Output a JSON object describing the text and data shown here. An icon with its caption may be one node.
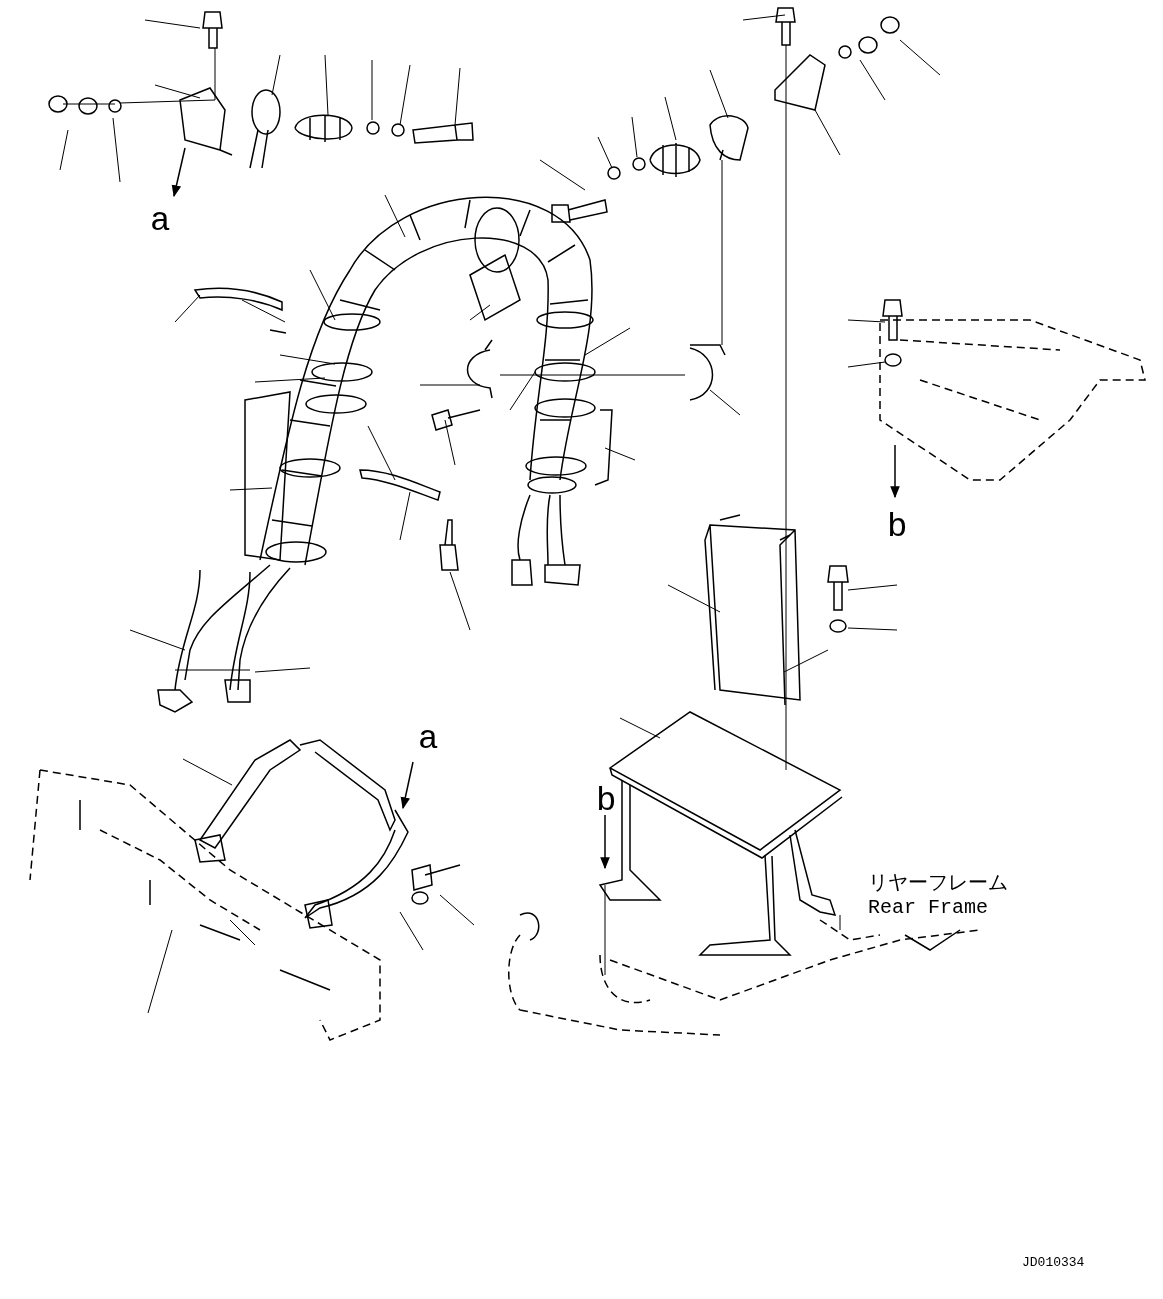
{
  "diagram": {
    "labels": [
      "a",
      "b",
      "a",
      "b",
      "リヤーフレーム Rear Frame",
      "JD010334"
    ]
  }
}
